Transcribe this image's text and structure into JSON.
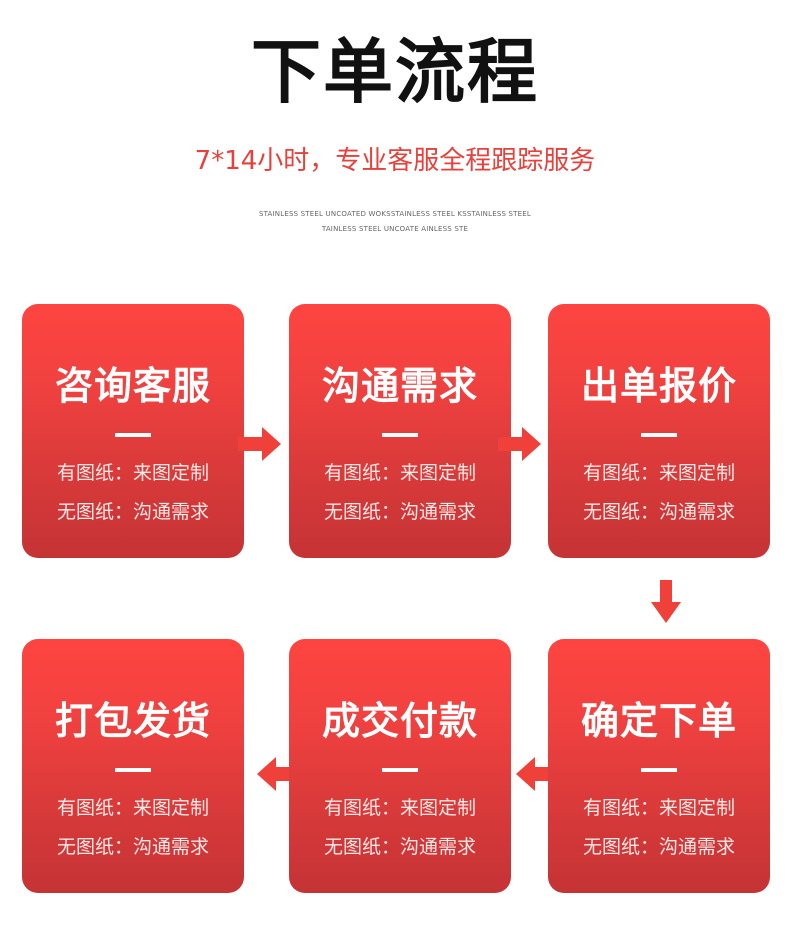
{
  "header": {
    "title": "下单流程",
    "subtitle": "7*14小时，专业客服全程跟踪服务",
    "tiny_line1": "STAINLESS STEEL UNCOATED WOKSSTAINLESS STEEL KSSTAINLESS STEEL",
    "tiny_line2": "TAINLESS STEEL UNCOATE AINLESS STE"
  },
  "steps": [
    {
      "title": "咨询客服",
      "line1": "有图纸：来图定制",
      "line2": "无图纸：沟通需求"
    },
    {
      "title": "沟通需求",
      "line1": "有图纸：来图定制",
      "line2": "无图纸：沟通需求"
    },
    {
      "title": "出单报价",
      "line1": "有图纸：来图定制",
      "line2": "无图纸：沟通需求"
    },
    {
      "title": "确定下单",
      "line1": "有图纸：来图定制",
      "line2": "无图纸：沟通需求"
    },
    {
      "title": "成交付款",
      "line1": "有图纸：来图定制",
      "line2": "无图纸：沟通需求"
    },
    {
      "title": "打包发货",
      "line1": "有图纸：来图定制",
      "line2": "无图纸：沟通需求"
    }
  ],
  "colors": {
    "accent": "#e8403a",
    "card_top": "#fe4440",
    "card_bottom": "#c53335",
    "arrow": "#f0403a",
    "title": "#111111"
  },
  "icons": {
    "arrow_right": "arrow-right-icon",
    "arrow_down": "arrow-down-icon",
    "arrow_left": "arrow-left-icon"
  }
}
